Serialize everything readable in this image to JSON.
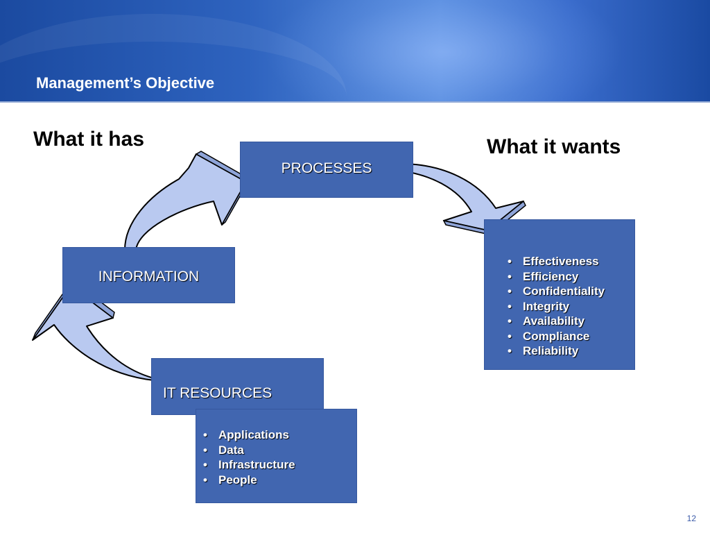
{
  "header": {
    "title": "Management’s Objective"
  },
  "labels": {
    "has": "What it has",
    "wants": "What it wants"
  },
  "boxes": {
    "processes": "PROCESSES",
    "information": "INFORMATION",
    "it_resources": "IT  RESOURCES"
  },
  "resources": [
    "Applications",
    "Data",
    "Infrastructure",
    "People"
  ],
  "criteria": [
    "Effectiveness",
    "Efficiency",
    "Confidentiality",
    "Integrity",
    "Availability",
    "Compliance",
    "Reliability"
  ],
  "bullet_symbol": "•",
  "page_number": "12",
  "colors": {
    "box": "#4166b0",
    "arrow_fill": "#b9c9f0",
    "header": "#2e63bf"
  }
}
